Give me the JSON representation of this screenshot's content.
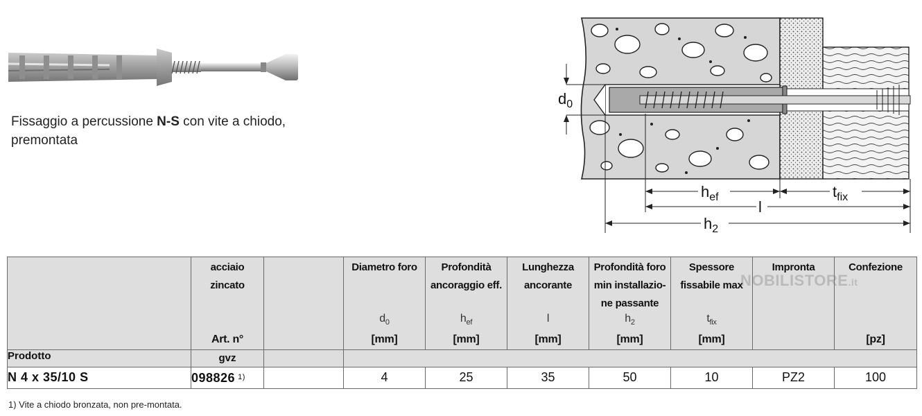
{
  "caption": {
    "prefix": "Fissaggio a percussione ",
    "product": "N-S",
    "suffix": " con vite a chiodo, premontata"
  },
  "diagram_labels": {
    "d0": "d",
    "d0_sub": "0",
    "hef": "h",
    "hef_sub": "ef",
    "tfix": "t",
    "tfix_sub": "fix",
    "l": "l",
    "h2": "h",
    "h2_sub": "2"
  },
  "table": {
    "material_line1": "acciaio",
    "material_line2": "zincato",
    "art_label": "Art. n°",
    "columns": [
      {
        "title": "Diametro foro",
        "sym": "d",
        "sym_sub": "0",
        "unit": "[mm]"
      },
      {
        "title": "Profondità ancoraggio eff.",
        "sym": "h",
        "sym_sub": "ef",
        "unit": "[mm]"
      },
      {
        "title": "Lunghezza ancorante",
        "sym": "l",
        "sym_sub": "",
        "unit": "[mm]"
      },
      {
        "title": "Profondità foro min installazio-ne passante",
        "sym": "h",
        "sym_sub": "2",
        "unit": "[mm]"
      },
      {
        "title": "Spessore fissabile max",
        "sym": "t",
        "sym_sub": "fix",
        "unit": "[mm]"
      },
      {
        "title": "Impronta",
        "sym": "",
        "sym_sub": "",
        "unit": ""
      },
      {
        "title": "Confezione",
        "sym": "",
        "sym_sub": "",
        "unit": "[pz]"
      }
    ],
    "product_label": "Prodotto",
    "finish_label": "gvz",
    "row": {
      "name": "N 4 x 35/10 S",
      "art": "098826",
      "art_note": "1)",
      "values": [
        "4",
        "25",
        "35",
        "50",
        "10",
        "PZ2",
        "100"
      ]
    }
  },
  "footnote": "1) Vite a chiodo bronzata, non pre-montata.",
  "watermark": {
    "main": "NOBILISTORE",
    "tld": ".it"
  },
  "colors": {
    "header_bg": "#dedede",
    "border": "#6a6a6a",
    "anchor_gray": "#a9a9a9"
  }
}
